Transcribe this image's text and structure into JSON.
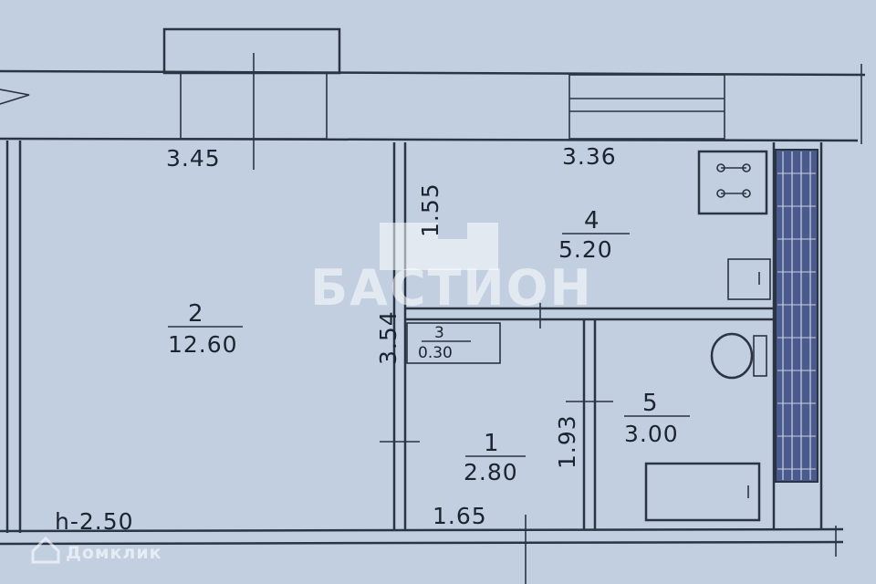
{
  "colors": {
    "paper": "#b9c8db",
    "ink": "#2b3442",
    "radiator": "#4a5a8c",
    "watermark": "#ffffff"
  },
  "dimensions": {
    "top_left": "3.45",
    "top_right": "3.36",
    "vertical_kitchen": "1.55",
    "vertical_hall": "3.54",
    "vertical_bath": "1.93",
    "bottom_hall": "1.65",
    "ceiling_height": "h-2.50"
  },
  "rooms": [
    {
      "number": "2",
      "area": "12.60"
    },
    {
      "number": "4",
      "area": "5.20"
    },
    {
      "number": "3",
      "area": "0.30"
    },
    {
      "number": "1",
      "area": "2.80"
    },
    {
      "number": "5",
      "area": "3.00"
    }
  ],
  "watermarks": {
    "center": "БАСТИОН",
    "bottom_left": "Домклик"
  },
  "icons": [
    "watermark-house-icon",
    "domclick-logo-icon",
    "stove-icon",
    "toilet-icon",
    "bathtub-icon",
    "sink-icon",
    "radiator-icon"
  ]
}
